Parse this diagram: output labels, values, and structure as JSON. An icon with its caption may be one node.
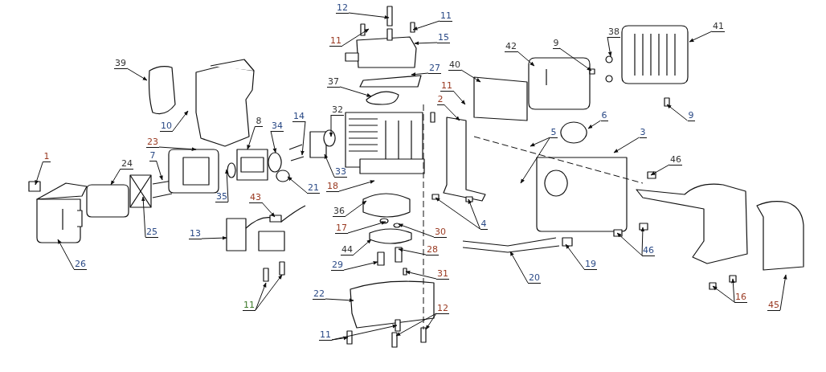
{
  "diagram": {
    "nodes": [
      {
        "text": [
          "12"
        ]
      },
      {
        "text": [
          "11"
        ]
      },
      {
        "text": [
          "11"
        ]
      },
      {
        "text": [
          "15"
        ]
      },
      {
        "text": [
          "38"
        ]
      },
      {
        "text": [
          "41"
        ]
      },
      {
        "text": [
          "9"
        ]
      },
      {
        "text": [
          "42"
        ]
      },
      {
        "text": [
          "27"
        ]
      },
      {
        "text": [
          "39"
        ]
      },
      {
        "text": [
          "40"
        ]
      },
      {
        "text": [
          "37"
        ]
      },
      {
        "text": [
          "11"
        ]
      },
      {
        "text": [
          "2"
        ]
      },
      {
        "text": [
          "32"
        ]
      },
      {
        "text": [
          "9"
        ]
      },
      {
        "text": [
          "6"
        ]
      },
      {
        "text": [
          "14"
        ]
      },
      {
        "text": [
          "8"
        ]
      },
      {
        "text": [
          "34"
        ]
      },
      {
        "text": [
          "10"
        ]
      },
      {
        "text": [
          "5"
        ]
      },
      {
        "text": [
          "3"
        ]
      },
      {
        "text": [
          "23"
        ]
      },
      {
        "text": [
          "7"
        ]
      },
      {
        "text": [
          "1"
        ]
      },
      {
        "text": [
          "46"
        ]
      },
      {
        "text": [
          "24"
        ]
      },
      {
        "text": [
          "33"
        ]
      },
      {
        "text": [
          "18"
        ]
      },
      {
        "text": [
          "21"
        ]
      },
      {
        "text": [
          "43"
        ]
      },
      {
        "text": [
          "35"
        ]
      },
      {
        "text": [
          "36"
        ]
      },
      {
        "text": [
          "4"
        ]
      },
      {
        "text": [
          "17"
        ]
      },
      {
        "text": [
          "30"
        ]
      },
      {
        "text": [
          "25"
        ]
      },
      {
        "text": [
          "13"
        ]
      },
      {
        "text": [
          "44"
        ]
      },
      {
        "text": [
          "28"
        ]
      },
      {
        "text": [
          "46"
        ]
      },
      {
        "text": [
          "19"
        ]
      },
      {
        "text": [
          "26"
        ]
      },
      {
        "text": [
          "29"
        ]
      },
      {
        "text": [
          "31"
        ]
      },
      {
        "text": [
          "20"
        ]
      },
      {
        "text": [
          "16"
        ]
      },
      {
        "text": [
          "22"
        ]
      },
      {
        "text": [
          "11"
        ]
      },
      {
        "text": [
          "45"
        ]
      },
      {
        "text": [
          "12"
        ]
      },
      {
        "text": [
          "11"
        ]
      }
    ],
    "edges": [
      {
        "from": 0,
        "to": null,
        "arrow": "to"
      },
      {
        "from": 1,
        "to": null,
        "arrow": "to"
      },
      {
        "from": 2,
        "to": null,
        "arrow": "to"
      },
      {
        "from": 3,
        "to": null,
        "arrow": "to"
      },
      {
        "from": 4,
        "to": null,
        "arrow": "to"
      },
      {
        "from": 5,
        "to": null,
        "arrow": "to"
      },
      {
        "from": 6,
        "to": null,
        "arrow": "to"
      },
      {
        "from": 7,
        "to": null,
        "arrow": "to"
      },
      {
        "from": 8,
        "to": null,
        "arrow": "to"
      },
      {
        "from": 9,
        "to": null,
        "arrow": "to"
      },
      {
        "from": 10,
        "to": null,
        "arrow": "to"
      },
      {
        "from": 11,
        "to": null,
        "arrow": "to"
      },
      {
        "from": 12,
        "to": null,
        "arrow": "to"
      },
      {
        "from": 13,
        "to": null,
        "arrow": "to"
      },
      {
        "from": 14,
        "to": null,
        "arrow": "to"
      },
      {
        "from": 15,
        "to": null,
        "arrow": "to"
      },
      {
        "from": 16,
        "to": null,
        "arrow": "to"
      },
      {
        "from": 17,
        "to": null,
        "arrow": "to"
      },
      {
        "from": 18,
        "to": null,
        "arrow": "to"
      },
      {
        "from": 19,
        "to": null,
        "arrow": "to"
      },
      {
        "from": 20,
        "to": null,
        "arrow": "to"
      },
      {
        "from": 21,
        "to": null,
        "arrow": "to"
      },
      {
        "from": 21,
        "to": null,
        "arrow": "to"
      },
      {
        "from": 22,
        "to": null,
        "arrow": "to"
      },
      {
        "from": 23,
        "to": null,
        "arrow": "to"
      },
      {
        "from": 24,
        "to": null,
        "arrow": "to"
      },
      {
        "from": 25,
        "to": null,
        "arrow": "to"
      },
      {
        "from": 26,
        "to": null,
        "arrow": "to"
      },
      {
        "from": 27,
        "to": null,
        "arrow": "to"
      },
      {
        "from": 28,
        "to": null,
        "arrow": "to"
      },
      {
        "from": 29,
        "to": null,
        "arrow": "to"
      },
      {
        "from": 30,
        "to": null,
        "arrow": "to"
      },
      {
        "from": 31,
        "to": null,
        "arrow": "to"
      },
      {
        "from": 32,
        "to": null,
        "arrow": "to"
      },
      {
        "from": 33,
        "to": null,
        "arrow": "to"
      },
      {
        "from": 34,
        "to": null,
        "arrow": "to"
      },
      {
        "from": 34,
        "to": null,
        "arrow": "to"
      },
      {
        "from": 35,
        "to": null,
        "arrow": "to"
      },
      {
        "from": 36,
        "to": null,
        "arrow": "to"
      },
      {
        "from": 37,
        "to": null,
        "arrow": "to"
      },
      {
        "from": 38,
        "to": null,
        "arrow": "to"
      },
      {
        "from": 39,
        "to": null,
        "arrow": "to"
      },
      {
        "from": 40,
        "to": null,
        "arrow": "to"
      },
      {
        "from": 41,
        "to": null,
        "arrow": "to"
      },
      {
        "from": 41,
        "to": null,
        "arrow": "to"
      },
      {
        "from": 42,
        "to": null,
        "arrow": "to"
      },
      {
        "from": 43,
        "to": null,
        "arrow": "to"
      },
      {
        "from": 44,
        "to": null,
        "arrow": "to"
      },
      {
        "from": 45,
        "to": null,
        "arrow": "to"
      },
      {
        "from": 46,
        "to": null,
        "arrow": "to"
      },
      {
        "from": 47,
        "to": null,
        "arrow": "to"
      },
      {
        "from": 47,
        "to": null,
        "arrow": "to"
      },
      {
        "from": 48,
        "to": null,
        "arrow": "to"
      },
      {
        "from": 49,
        "to": null,
        "arrow": "to"
      },
      {
        "from": 49,
        "to": null,
        "arrow": "to"
      },
      {
        "from": 50,
        "to": null,
        "arrow": "to"
      },
      {
        "from": 51,
        "to": null,
        "arrow": "to"
      },
      {
        "from": 51,
        "to": null,
        "arrow": "to"
      },
      {
        "from": 52,
        "to": null,
        "arrow": "to"
      },
      {
        "from": 52,
        "to": null,
        "arrow": "to"
      }
    ]
  }
}
